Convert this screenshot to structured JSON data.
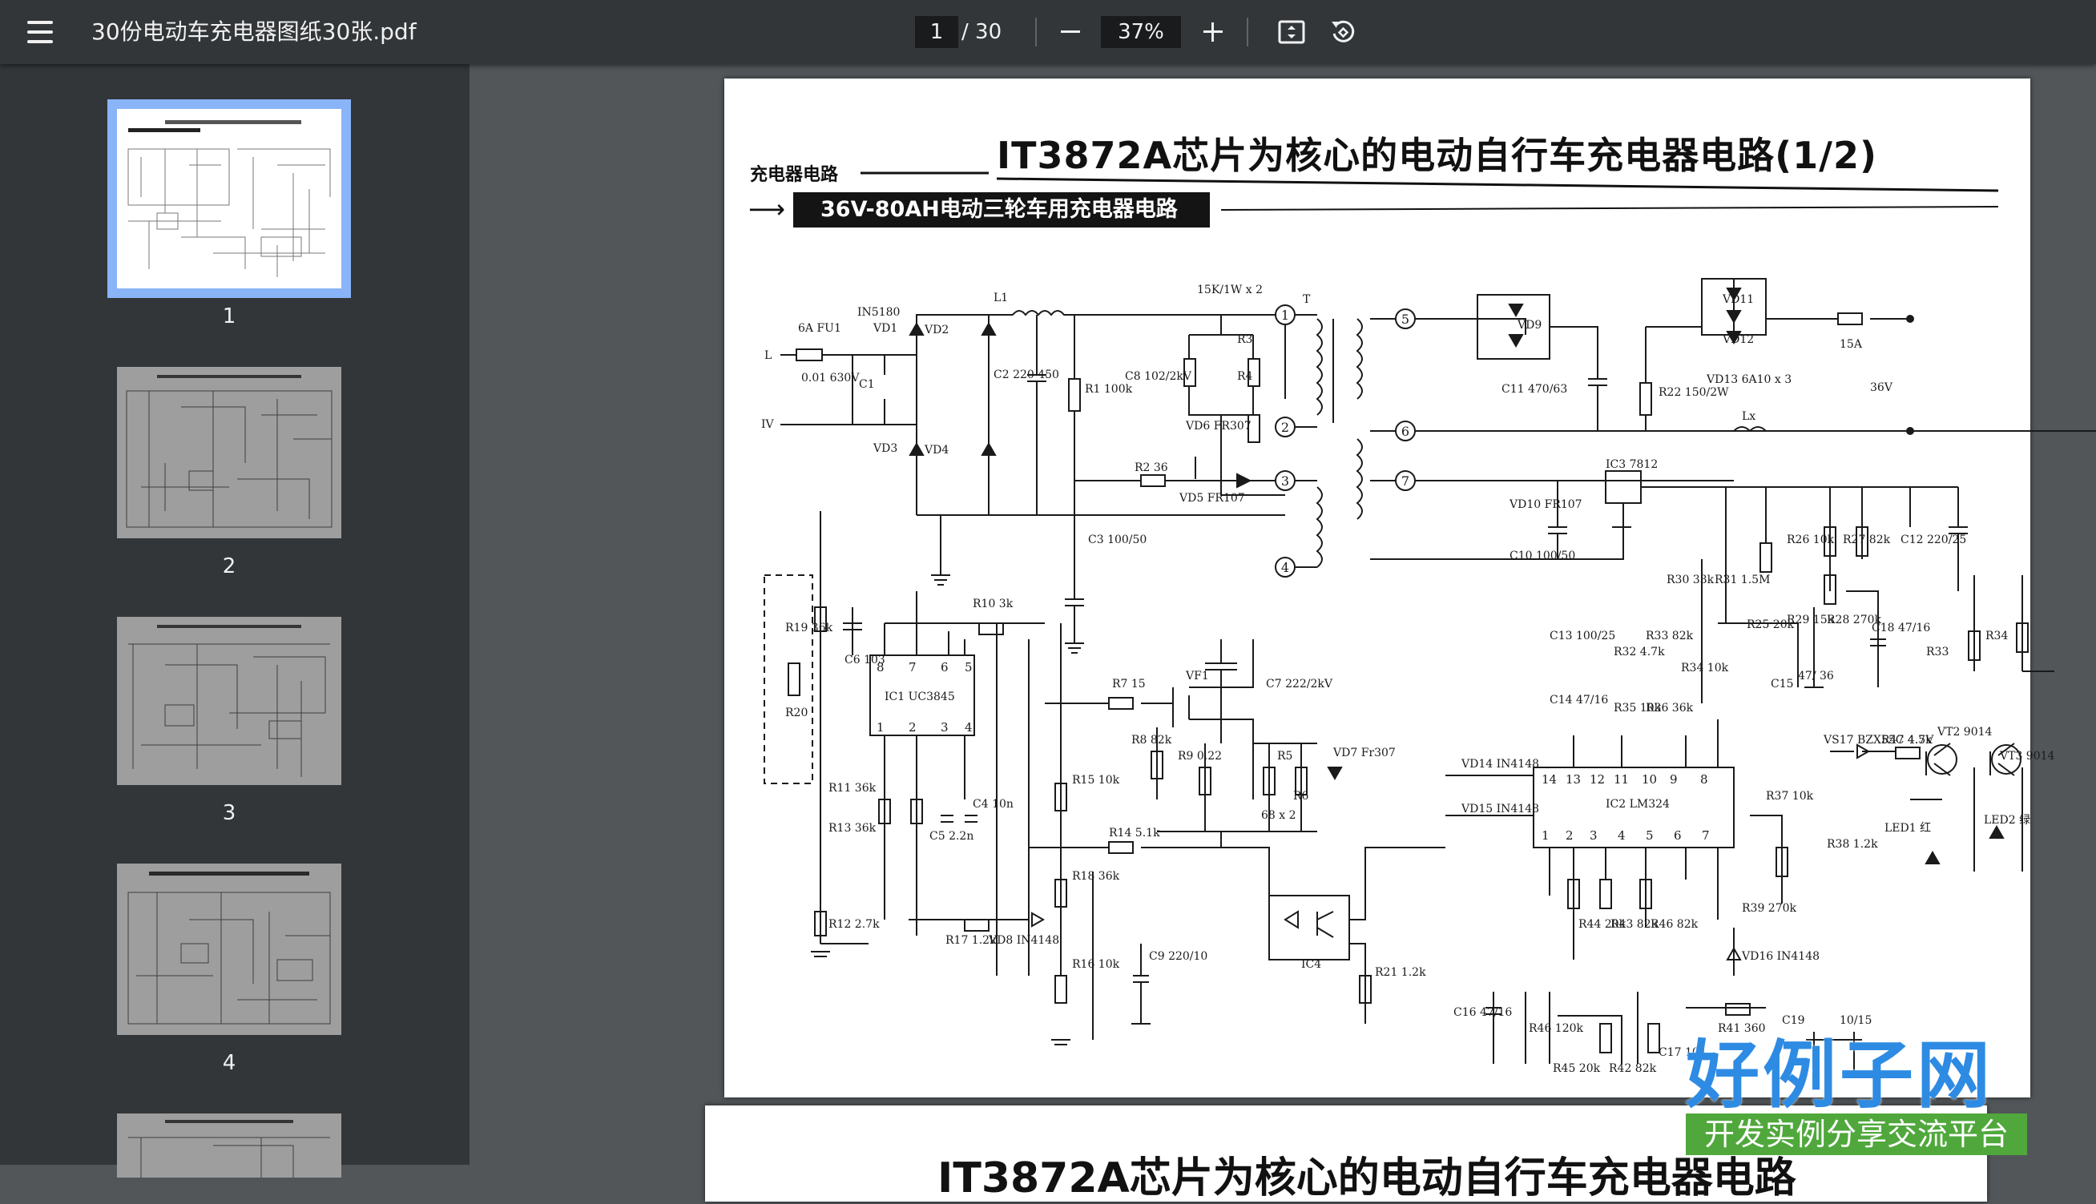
{
  "toolbar": {
    "title": "30份电动车充电器图纸30张.pdf",
    "current_page": "1",
    "total_pages": "/ 30",
    "zoom": "37%"
  },
  "thumbnails": [
    {
      "label": "1"
    },
    {
      "label": "2"
    },
    {
      "label": "3"
    },
    {
      "label": "4"
    }
  ],
  "document": {
    "title": "IT3872A芯片为核心的电动自行车充电器电路(1/2)",
    "section_label": "充电器电路",
    "subtitle": "36V-80AH电动三轮车用充电器电路",
    "next_page_title": "IT3872A芯片为核心的电动自行车充电器电路",
    "labels": {
      "fu1": "6A FU1",
      "l": "L",
      "iv": "IV",
      "c_in": "0.01 630V",
      "c1": "C1",
      "in5180": "IN5180",
      "vd1": "VD1",
      "vd2": "VD2",
      "vd3": "VD3",
      "vd4": "VD4",
      "l1": "L1",
      "c2": "C2 220 450",
      "r1": "R1 100k",
      "res_15k": "15K/1W x 2",
      "c8": "C8 102/2kV",
      "r3": "R3",
      "r4": "R4",
      "vd6": "VD6 FR307",
      "r2": "R2 36",
      "vd5": "VD5 FR107",
      "c3": "C3 100/50",
      "t": "T",
      "vd9": "VD9",
      "c11": "C11 470/63",
      "r22": "R22 150/2W",
      "vd11": "VD11",
      "vd12": "VD12",
      "vd13": "VD13 6A10 x 3",
      "fuse15a": "15A",
      "out36v": "36V",
      "lx": "Lx",
      "ic3": "IC3 7812",
      "vd10": "VD10 FR107",
      "c10": "C10 100/50",
      "r26": "R26 10k",
      "r27": "R27 82k",
      "c12": "C12 220/25",
      "r19": "R19 36k",
      "r20": "R20",
      "r10": "R10 3k",
      "c6": "C6 103",
      "ic1": "IC1 UC3845",
      "r7": "R7 15",
      "vf1": "VF1",
      "c7": "C7 222/2kV",
      "vd7": "VD7 Fr307",
      "r8": "R8 82k",
      "r9": "R9 0.22",
      "r5": "R5",
      "r6": "R6",
      "res68": "68 x 2",
      "r15": "R15 10k",
      "r30": "R30 33k",
      "r31": "R31 1.5M",
      "r25": "R25 20k",
      "r29": "R29 15k",
      "r28": "R28 270k",
      "c18": "C18 47/16",
      "c13": "C13 100/25",
      "r32": "R32 4.7k",
      "r33a": "R33 82k",
      "r34a": "R34 10k",
      "c14": "C14 47/16",
      "r35": "R35 10k",
      "r36": "R36 36k",
      "c15": "C15",
      "c15v": "47/ 36",
      "r33b": "R33",
      "r34b": "R34",
      "vt2": "VT2 9014",
      "vt3": "VT3 9014",
      "vs17": "VS17 BZX55C 4.5V",
      "r47": "R47 4.7k",
      "led1": "LED1 红",
      "led2": "LED2 绿",
      "r11": "R11 36k",
      "r13": "R13 36k",
      "c5": "C5 2.2n",
      "c4": "C4 10n",
      "r14": "R14 5.1k",
      "r18": "R18 36k",
      "vd14": "VD14 IN4148",
      "vd15": "VD15 IN4148",
      "ic2": "IC2 LM324",
      "r37": "R37 10k",
      "r38": "R38 1.2k",
      "r12": "R12 2.7k",
      "r17": "R17 1.2k",
      "vd8": "VD8 IN4148",
      "r16": "R16 10k",
      "c9": "C9 220/10",
      "ic4": "IC4",
      "r21": "R21 1.2k",
      "r44": "R44 20k",
      "r43": "R43 82k",
      "r46a": "R46 82k",
      "r39": "R39 270k",
      "vd16": "VD16 IN4148",
      "c16": "C16 47/16",
      "r46b": "R46 120k",
      "r45": "R45 20k",
      "r42": "R42 82k",
      "c17": "C17 104",
      "r41": "R41 360",
      "c19": "C19",
      "c19v": "10/15"
    }
  },
  "branding": {
    "logo": "好例子网",
    "tagline": "开发实例分享交流平台"
  }
}
